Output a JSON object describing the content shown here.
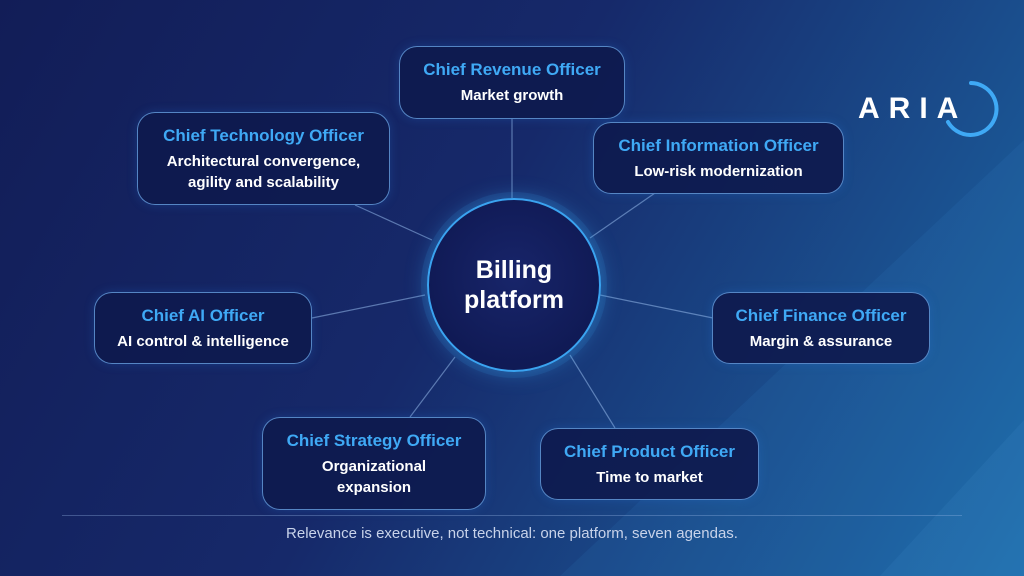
{
  "hub": {
    "label": "Billing platform"
  },
  "officers": [
    {
      "id": "cro",
      "title": "Chief Revenue Officer",
      "desc": "Market growth"
    },
    {
      "id": "cio",
      "title": "Chief Information Officer",
      "desc": "Low-risk modernization"
    },
    {
      "id": "cfo",
      "title": "Chief Finance Officer",
      "desc": "Margin & assurance"
    },
    {
      "id": "cpo",
      "title": "Chief Product Officer",
      "desc": "Time to market"
    },
    {
      "id": "cso",
      "title": "Chief Strategy Officer",
      "desc": "Organizational expansion"
    },
    {
      "id": "caio",
      "title": "Chief AI Officer",
      "desc": "AI control & intelligence"
    },
    {
      "id": "cto",
      "title": "Chief Technology Officer",
      "desc": "Architectural convergence, agility and scalability"
    }
  ],
  "logo": {
    "text": "ARIA"
  },
  "footer": "Relevance is executive, not technical: one platform, seven agendas.",
  "colors": {
    "background": "#16296a",
    "accent": "#3fa9f5",
    "card_border": "#6eaaeb",
    "text": "#ffffff"
  }
}
